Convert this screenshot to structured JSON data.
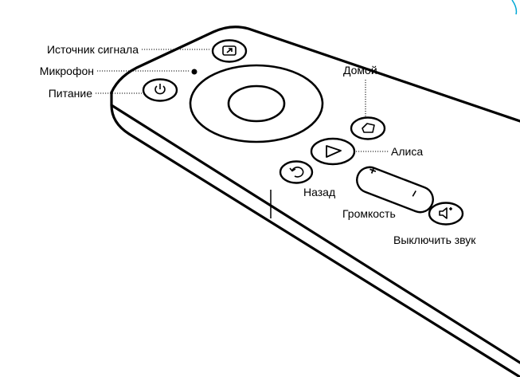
{
  "labels": {
    "input_source": "Источник сигнала",
    "microphone": "Микрофон",
    "power": "Питание",
    "home": "Домой",
    "alice": "Алиса",
    "back": "Назад",
    "volume": "Громкость",
    "mute": "Выключить звук"
  },
  "volume_signs": {
    "plus": "+",
    "minus": "–"
  },
  "colors": {
    "outline": "#000000",
    "background": "#ffffff",
    "accent": "#00a8d6"
  }
}
